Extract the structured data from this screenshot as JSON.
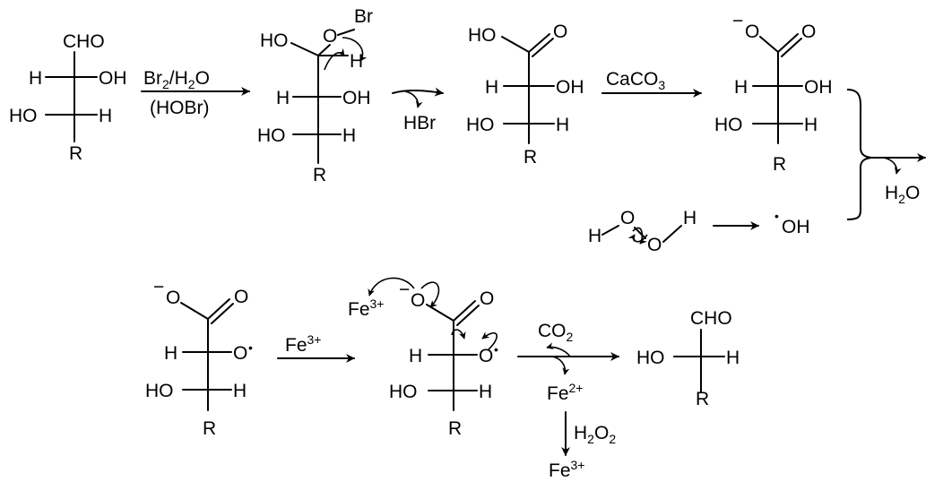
{
  "s1": {
    "top": "CHO",
    "r1l": "H",
    "r1r": "OH",
    "r2l": "HO",
    "r2r": "H",
    "bottom": "R"
  },
  "arrow1": {
    "l1": "Br",
    "l1s": "2",
    "l1b": "/H",
    "l1s2": "2",
    "l1c": "O",
    "l2": "(HOBr)"
  },
  "s2": {
    "o": "O",
    "br": "Br",
    "ho": "HO",
    "h_top": "H",
    "r1l": "H",
    "r1r": "OH",
    "r2l": "HO",
    "r2r": "H",
    "bottom": "R"
  },
  "hbr": "HBr",
  "s3": {
    "ho": "HO",
    "o": "O",
    "r1l": "H",
    "r1r": "OH",
    "r2l": "HO",
    "r2r": "H",
    "bottom": "R"
  },
  "arrow3": {
    "l1": "CaCO",
    "l1s": "3"
  },
  "s4": {
    "minus": "−",
    "o1": "O",
    "o2": "O",
    "r1l": "H",
    "r1r": "OH",
    "r2l": "HO",
    "r2r": "H",
    "bottom": "R"
  },
  "h2o": {
    "h": "H",
    "s": "2",
    "o": "O"
  },
  "peroxide": {
    "h1": "H",
    "o1": "O",
    "o2": "O",
    "h2": "H",
    "dot": "•",
    "oh": "OH"
  },
  "s5": {
    "minus": "−",
    "o1": "O",
    "o2": "O",
    "r1l": "H",
    "r1r": "O",
    "dot": "•",
    "r2l": "HO",
    "r2r": "H",
    "bottom": "R"
  },
  "arrow5": {
    "fe": "Fe",
    "sup": "3+"
  },
  "s6": {
    "fe": "Fe",
    "fesup": "3+",
    "minus": "−",
    "o1": "O",
    "o2": "O",
    "r1l": "H",
    "r1r": "O",
    "dot": "•",
    "r2l": "HO",
    "r2r": "H",
    "bottom": "R"
  },
  "co2": {
    "c": "CO",
    "s": "2"
  },
  "fe2": {
    "fe": "Fe",
    "sup": "2+"
  },
  "h2o2": {
    "h": "H",
    "s1": "2",
    "o": "O",
    "s2": "2"
  },
  "fe3": {
    "fe": "Fe",
    "sup": "3+"
  },
  "s7": {
    "top": "CHO",
    "l": "HO",
    "r": "H",
    "bottom": "R"
  }
}
